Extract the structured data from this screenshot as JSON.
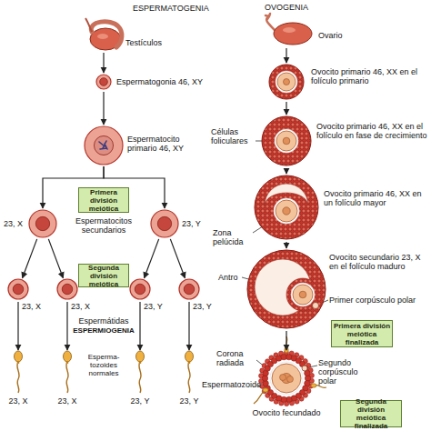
{
  "diagram": {
    "nodes": [
      {
        "text": [
          "Testículos"
        ]
      },
      {
        "text": [
          "Espermatogonia 46, XY"
        ]
      },
      {
        "text": [
          "Espermatocito primario 46, XY"
        ]
      },
      {
        "text": [
          "Primera división meiótica"
        ]
      },
      {
        "text": [
          "23, X"
        ]
      },
      {
        "text": [
          "23, Y"
        ]
      },
      {
        "text": [
          "Segunda división meiótica"
        ]
      },
      {
        "text": [
          "23, X"
        ]
      },
      {
        "text": [
          "23, X"
        ]
      },
      {
        "text": [
          "23, Y"
        ]
      },
      {
        "text": [
          "23, Y"
        ]
      },
      {
        "text": [
          "23, X"
        ]
      },
      {
        "text": [
          "23, X"
        ]
      },
      {
        "text": [
          "23, Y"
        ]
      },
      {
        "text": [
          "23, Y"
        ]
      },
      {
        "text": [
          "Ovario"
        ]
      },
      {
        "text": [
          "Ovocito primario 46, XX en el folículo primario"
        ]
      },
      {
        "text": [
          "Ovocito primario 46, XX en el folículo en fase de crecimiento"
        ]
      },
      {
        "text": [
          "Ovocito primario 46, XX en un folículo mayor"
        ]
      },
      {
        "text": [
          "Ovocito secundario 23, X en el folículo maduro"
        ]
      },
      {
        "text": [
          "Primera división meiótica finalizada"
        ]
      },
      {
        "text": [
          "Ovocito fecundado"
        ]
      },
      {
        "text": [
          "Segunda división meiótica finalizada"
        ]
      }
    ],
    "edges": [
      {
        "from": 0,
        "to": 1,
        "arrow": "to"
      },
      {
        "from": 1,
        "to": 2,
        "arrow": "to"
      },
      {
        "from": 2,
        "to": 4,
        "arrow": "to"
      },
      {
        "from": 2,
        "to": 5,
        "arrow": "to"
      },
      {
        "from": 4,
        "to": 7,
        "arrow": "to"
      },
      {
        "from": 4,
        "to": 8,
        "arrow": "to"
      },
      {
        "from": 5,
        "to": 9,
        "arrow": "to"
      },
      {
        "from": 5,
        "to": 10,
        "arrow": "to"
      },
      {
        "from": 7,
        "to": 11,
        "arrow": "to"
      },
      {
        "from": 8,
        "to": 12,
        "arrow": "to"
      },
      {
        "from": 9,
        "to": 13,
        "arrow": "to"
      },
      {
        "from": 10,
        "to": 14,
        "arrow": "to"
      },
      {
        "from": 15,
        "to": 16,
        "arrow": "to"
      },
      {
        "from": 16,
        "to": 17,
        "arrow": "to"
      },
      {
        "from": 17,
        "to": 18,
        "arrow": "to"
      },
      {
        "from": 18,
        "to": 19,
        "arrow": "to"
      },
      {
        "from": 19,
        "to": 21,
        "arrow": "to"
      }
    ],
    "labels": [
      "ESPERMATOGENIA",
      "Espermatocitos secundarios",
      "Espermátidas",
      "ESPERMIOGENIA",
      "Esperma- tozoides normales",
      "OVOGENIA",
      "Células foliculares",
      "Zona pelúcida",
      "Antro",
      "Primer corpúsculo polar",
      "Corona radiada",
      "Espermatozoide",
      "Segundo corpúsculo polar"
    ]
  }
}
